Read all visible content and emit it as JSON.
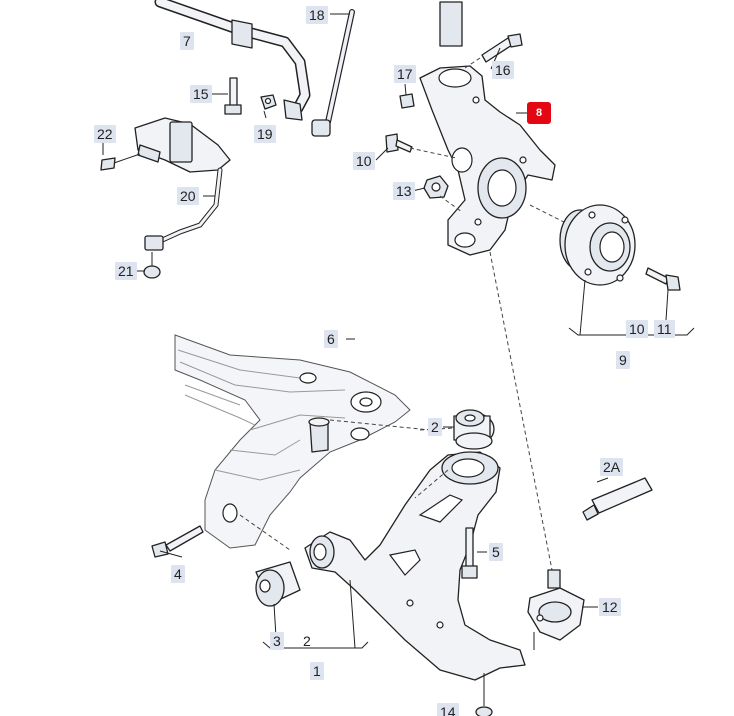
{
  "diagram": {
    "callouts": {
      "c18": "18",
      "c7": "7",
      "c16": "16",
      "c17": "17",
      "c8": "8",
      "c15": "15",
      "c19": "19",
      "c22": "22",
      "c10a": "10",
      "c13": "13",
      "c20": "20",
      "c21": "21",
      "c10b": "10",
      "c11": "11",
      "c9": "9",
      "c6": "6",
      "c2a": "2",
      "c2A": "2A",
      "c4": "4",
      "c5": "5",
      "c3": "3",
      "c2b": "2",
      "c1": "1",
      "c12": "12",
      "c14": "14"
    },
    "highlighted_part": "8",
    "colors": {
      "highlight": "#e30613",
      "callout_bg": "#dde4ef"
    }
  }
}
